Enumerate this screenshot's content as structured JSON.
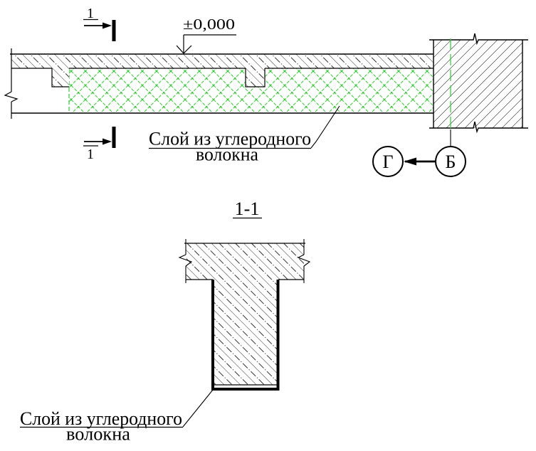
{
  "top_view": {
    "section_cut_label": "1",
    "elevation_mark": "±0,000",
    "carbon_label_line1": "Слой из углеродного",
    "carbon_label_line2": "волокна",
    "axis_circle_left": "Г",
    "axis_circle_right": "Б"
  },
  "section_view": {
    "title": "1-1",
    "carbon_label_line1": "Слой из углеродного",
    "carbon_label_line2": "волокна"
  },
  "colors": {
    "carbon_green": "#33cc33",
    "centerline_green": "#3ecc3e",
    "line": "#000000"
  }
}
